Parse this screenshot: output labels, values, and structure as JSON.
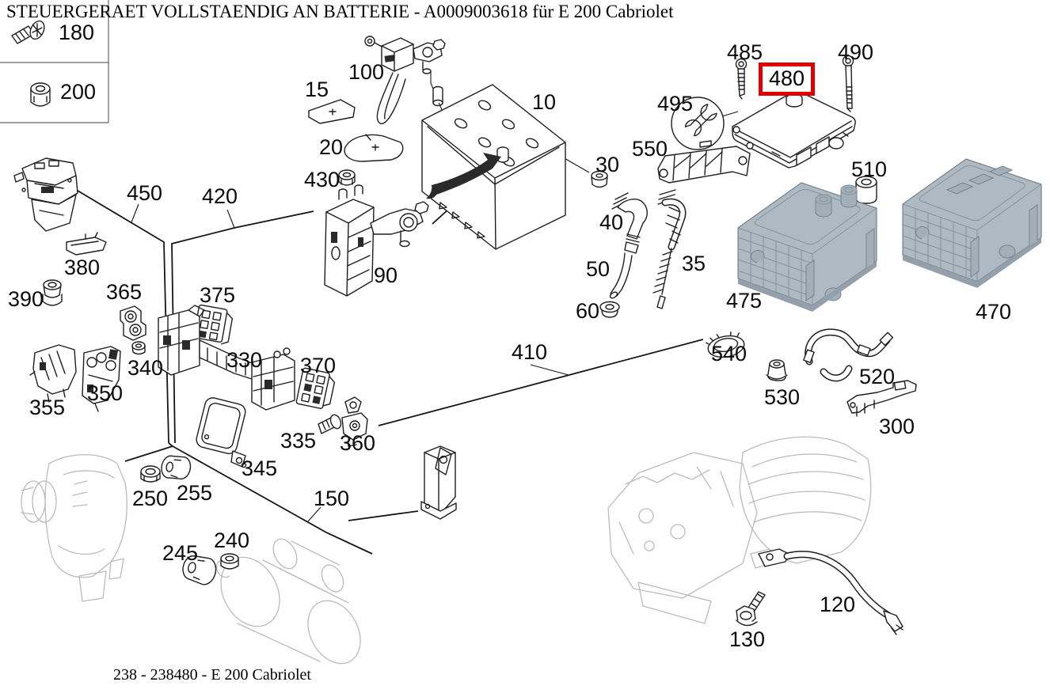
{
  "title": "STEUERGERAET VOLLSTAENDIG AN BATTERIE - A0009003618 für E 200 Cabriolet",
  "caption": "238 - 238480 - E 200 Cabriolet",
  "highlighted_part": "480",
  "highlight_color": "#e10000",
  "legend": {
    "items": [
      {
        "label": "180",
        "icon": "screw-icon"
      },
      {
        "label": "200",
        "icon": "nut-icon"
      }
    ]
  },
  "icons": {
    "wrench_badge": "wrench-icon",
    "pointer_arrow": "arrow-icon"
  },
  "labels": {
    "p10": "10",
    "p15": "15",
    "p20": "20",
    "p30": "30",
    "p35": "35",
    "p40": "40",
    "p50": "50",
    "p60": "60",
    "p90": "90",
    "p100": "100",
    "p120": "120",
    "p130": "130",
    "p150": "150",
    "p180": "180",
    "p200": "200",
    "p240": "240",
    "p245": "245",
    "p250": "250",
    "p255": "255",
    "p300": "300",
    "p330": "330",
    "p335": "335",
    "p340": "340",
    "p345": "345",
    "p350": "350",
    "p355": "355",
    "p360": "360",
    "p365": "365",
    "p370": "370",
    "p375": "375",
    "p380": "380",
    "p390": "390",
    "p410": "410",
    "p420": "420",
    "p430": "430",
    "p450": "450",
    "p470": "470",
    "p475": "475",
    "p480": "480",
    "p485": "485",
    "p490": "490",
    "p495": "495",
    "p510": "510",
    "p520": "520",
    "p530": "530",
    "p540": "540",
    "p550": "550"
  }
}
